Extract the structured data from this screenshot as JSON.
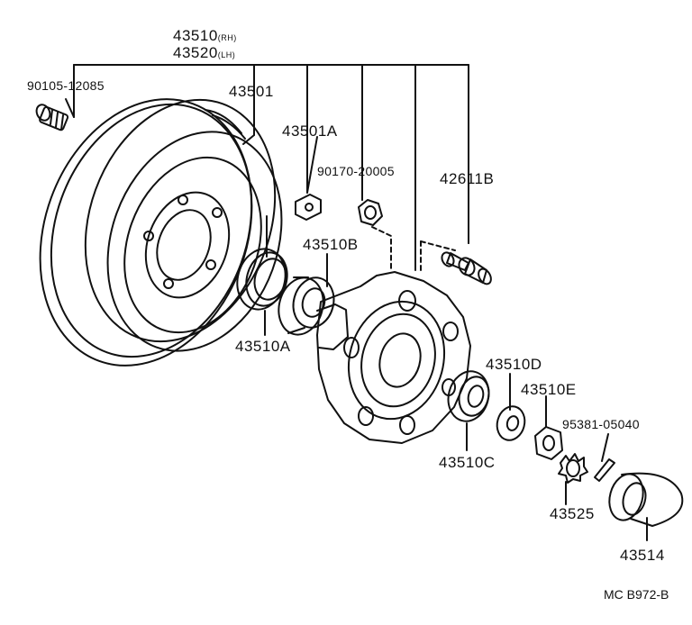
{
  "assembly": {
    "part_rh": "43510",
    "rh_suffix": "(RH)",
    "part_lh": "43520",
    "lh_suffix": "(LH)"
  },
  "parts": {
    "bolt": "90105-12085",
    "drum": "43501",
    "plug": "43501A",
    "nut_lower": "90170-20005",
    "hub_bolt": "42611B",
    "seal": "43510A",
    "inner_bearing": "43510B",
    "outer_bearing": "43510C",
    "washer": "43510D",
    "hub_nut": "43510E",
    "cotter_pin": "95381-05040",
    "nut_lock": "43525",
    "grease_cap": "43514"
  },
  "drawing_ref": "MC B972-B",
  "colors": {
    "line": "#111111",
    "background": "#ffffff"
  }
}
